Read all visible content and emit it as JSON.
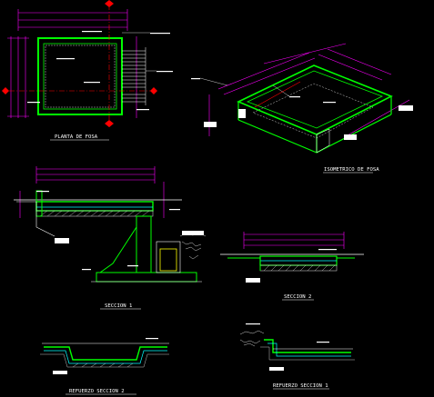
{
  "drawing": {
    "colors": {
      "background": "#000000",
      "dimension": "#ff00ff",
      "outline": "#00ff00",
      "annotation": "#ffffff",
      "axis": "#ff0000",
      "water": "#00ffff",
      "soil": "#ffff00",
      "concrete": "#c0c0c0"
    },
    "titles": {
      "plan": "PLANTA DE FOSA",
      "isometric": "ISOMETRICO DE FOSA",
      "section1": "SECCION 1",
      "section2": "SECCION 2",
      "rebar2": "REFUERZO SECCION 2",
      "rebar1": "REFUERZO SECCION 1"
    }
  }
}
